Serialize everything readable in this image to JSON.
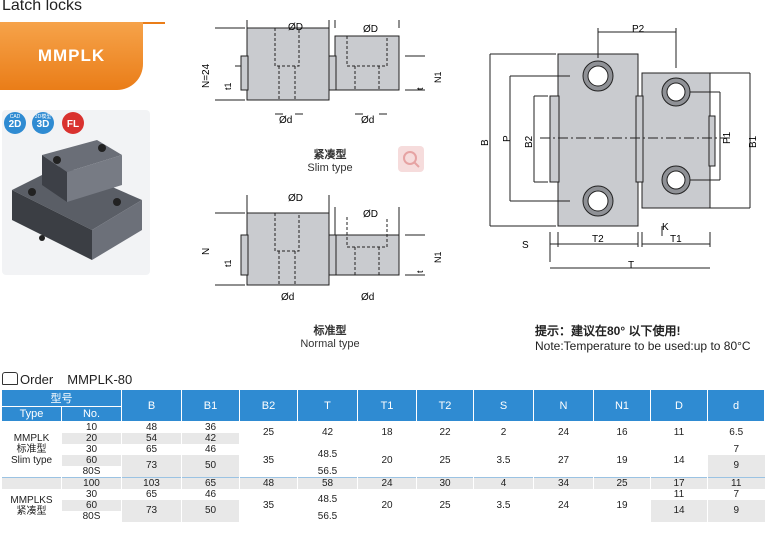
{
  "header": {
    "section_title": "Latch locks",
    "model": "MMPLK"
  },
  "badges": [
    {
      "top": "CAD",
      "label": "2D",
      "color": "#2f8bd2"
    },
    {
      "top": "3D模型",
      "label": "3D",
      "color": "#2f8bd2"
    },
    {
      "top": "",
      "label": "FL",
      "color": "#d9322f"
    }
  ],
  "diagram_slim": {
    "zh": "紧凑型",
    "en": "Slim type",
    "dim_D": "ØD",
    "dim_d": "Ød",
    "dim_N": "N=24",
    "dim_t1": "t1",
    "dim_N1": "N1",
    "dim_t": "t"
  },
  "diagram_normal": {
    "zh": "标准型",
    "en": "Normal type",
    "dim_D": "ØD",
    "dim_d": "Ød",
    "dim_N": "N",
    "dim_t1": "t1",
    "dim_N1": "N1",
    "dim_t": "t"
  },
  "diagram_top": {
    "P2": "P2",
    "B": "B",
    "P": "P",
    "B2": "B2",
    "P1": "P1",
    "B1": "B1",
    "S": "S",
    "T2": "T2",
    "K": "K",
    "T1": "T1",
    "T": "T"
  },
  "note": {
    "zh": "提示：建议在80° 以下使用!",
    "en": "Note:Temperature to be used:up to 80°C"
  },
  "order": {
    "label": "Order",
    "model": "MMPLK-80"
  },
  "table": {
    "group_header": "型号",
    "type_header": "Type",
    "no_header": "No.",
    "columns": [
      "B",
      "B1",
      "B2",
      "T",
      "T1",
      "T2",
      "S",
      "N",
      "N1",
      "D",
      "d"
    ],
    "types": [
      {
        "lines": [
          "MMPLK",
          "标准型",
          "Slim type"
        ]
      },
      {
        "lines": [
          "MMPLKS",
          "紧凑型"
        ]
      }
    ],
    "rows": [
      {
        "no": "10",
        "B": "48",
        "B1": "36",
        "B2": "25",
        "T": "42",
        "T1": "18",
        "T2": "22",
        "S": "2",
        "N": "24",
        "N1": "16",
        "D": "11",
        "d": "6.5"
      },
      {
        "no": "20",
        "B": "54",
        "B1": "42"
      },
      {
        "no": "30",
        "B": "65",
        "B1": "46",
        "B2": "35",
        "T": "48.5",
        "T1": "20",
        "T2": "25",
        "S": "3.5",
        "N": "27",
        "N1": "19",
        "D": "14",
        "d": "7"
      },
      {
        "no": "60",
        "B": "73",
        "B1": "50",
        "d2": "9"
      },
      {
        "no": "80S",
        "T2x": "56.5"
      },
      {
        "no": "100",
        "B": "103",
        "B1": "65",
        "B2": "48",
        "T": "58",
        "T1": "24",
        "T2": "30",
        "S": "4",
        "N": "34",
        "N1": "25",
        "D": "17",
        "d": "11"
      },
      {
        "no": "30",
        "B": "65",
        "B1": "46",
        "B2": "35",
        "T": "48.5",
        "T1": "20",
        "T2": "25",
        "S": "3.5",
        "N": "24",
        "N1": "19",
        "D": "11",
        "d": "7"
      },
      {
        "no": "60",
        "B": "73",
        "B1": "50",
        "D": "14",
        "d": "9"
      },
      {
        "no": "80S",
        "T": "56.5"
      }
    ]
  }
}
